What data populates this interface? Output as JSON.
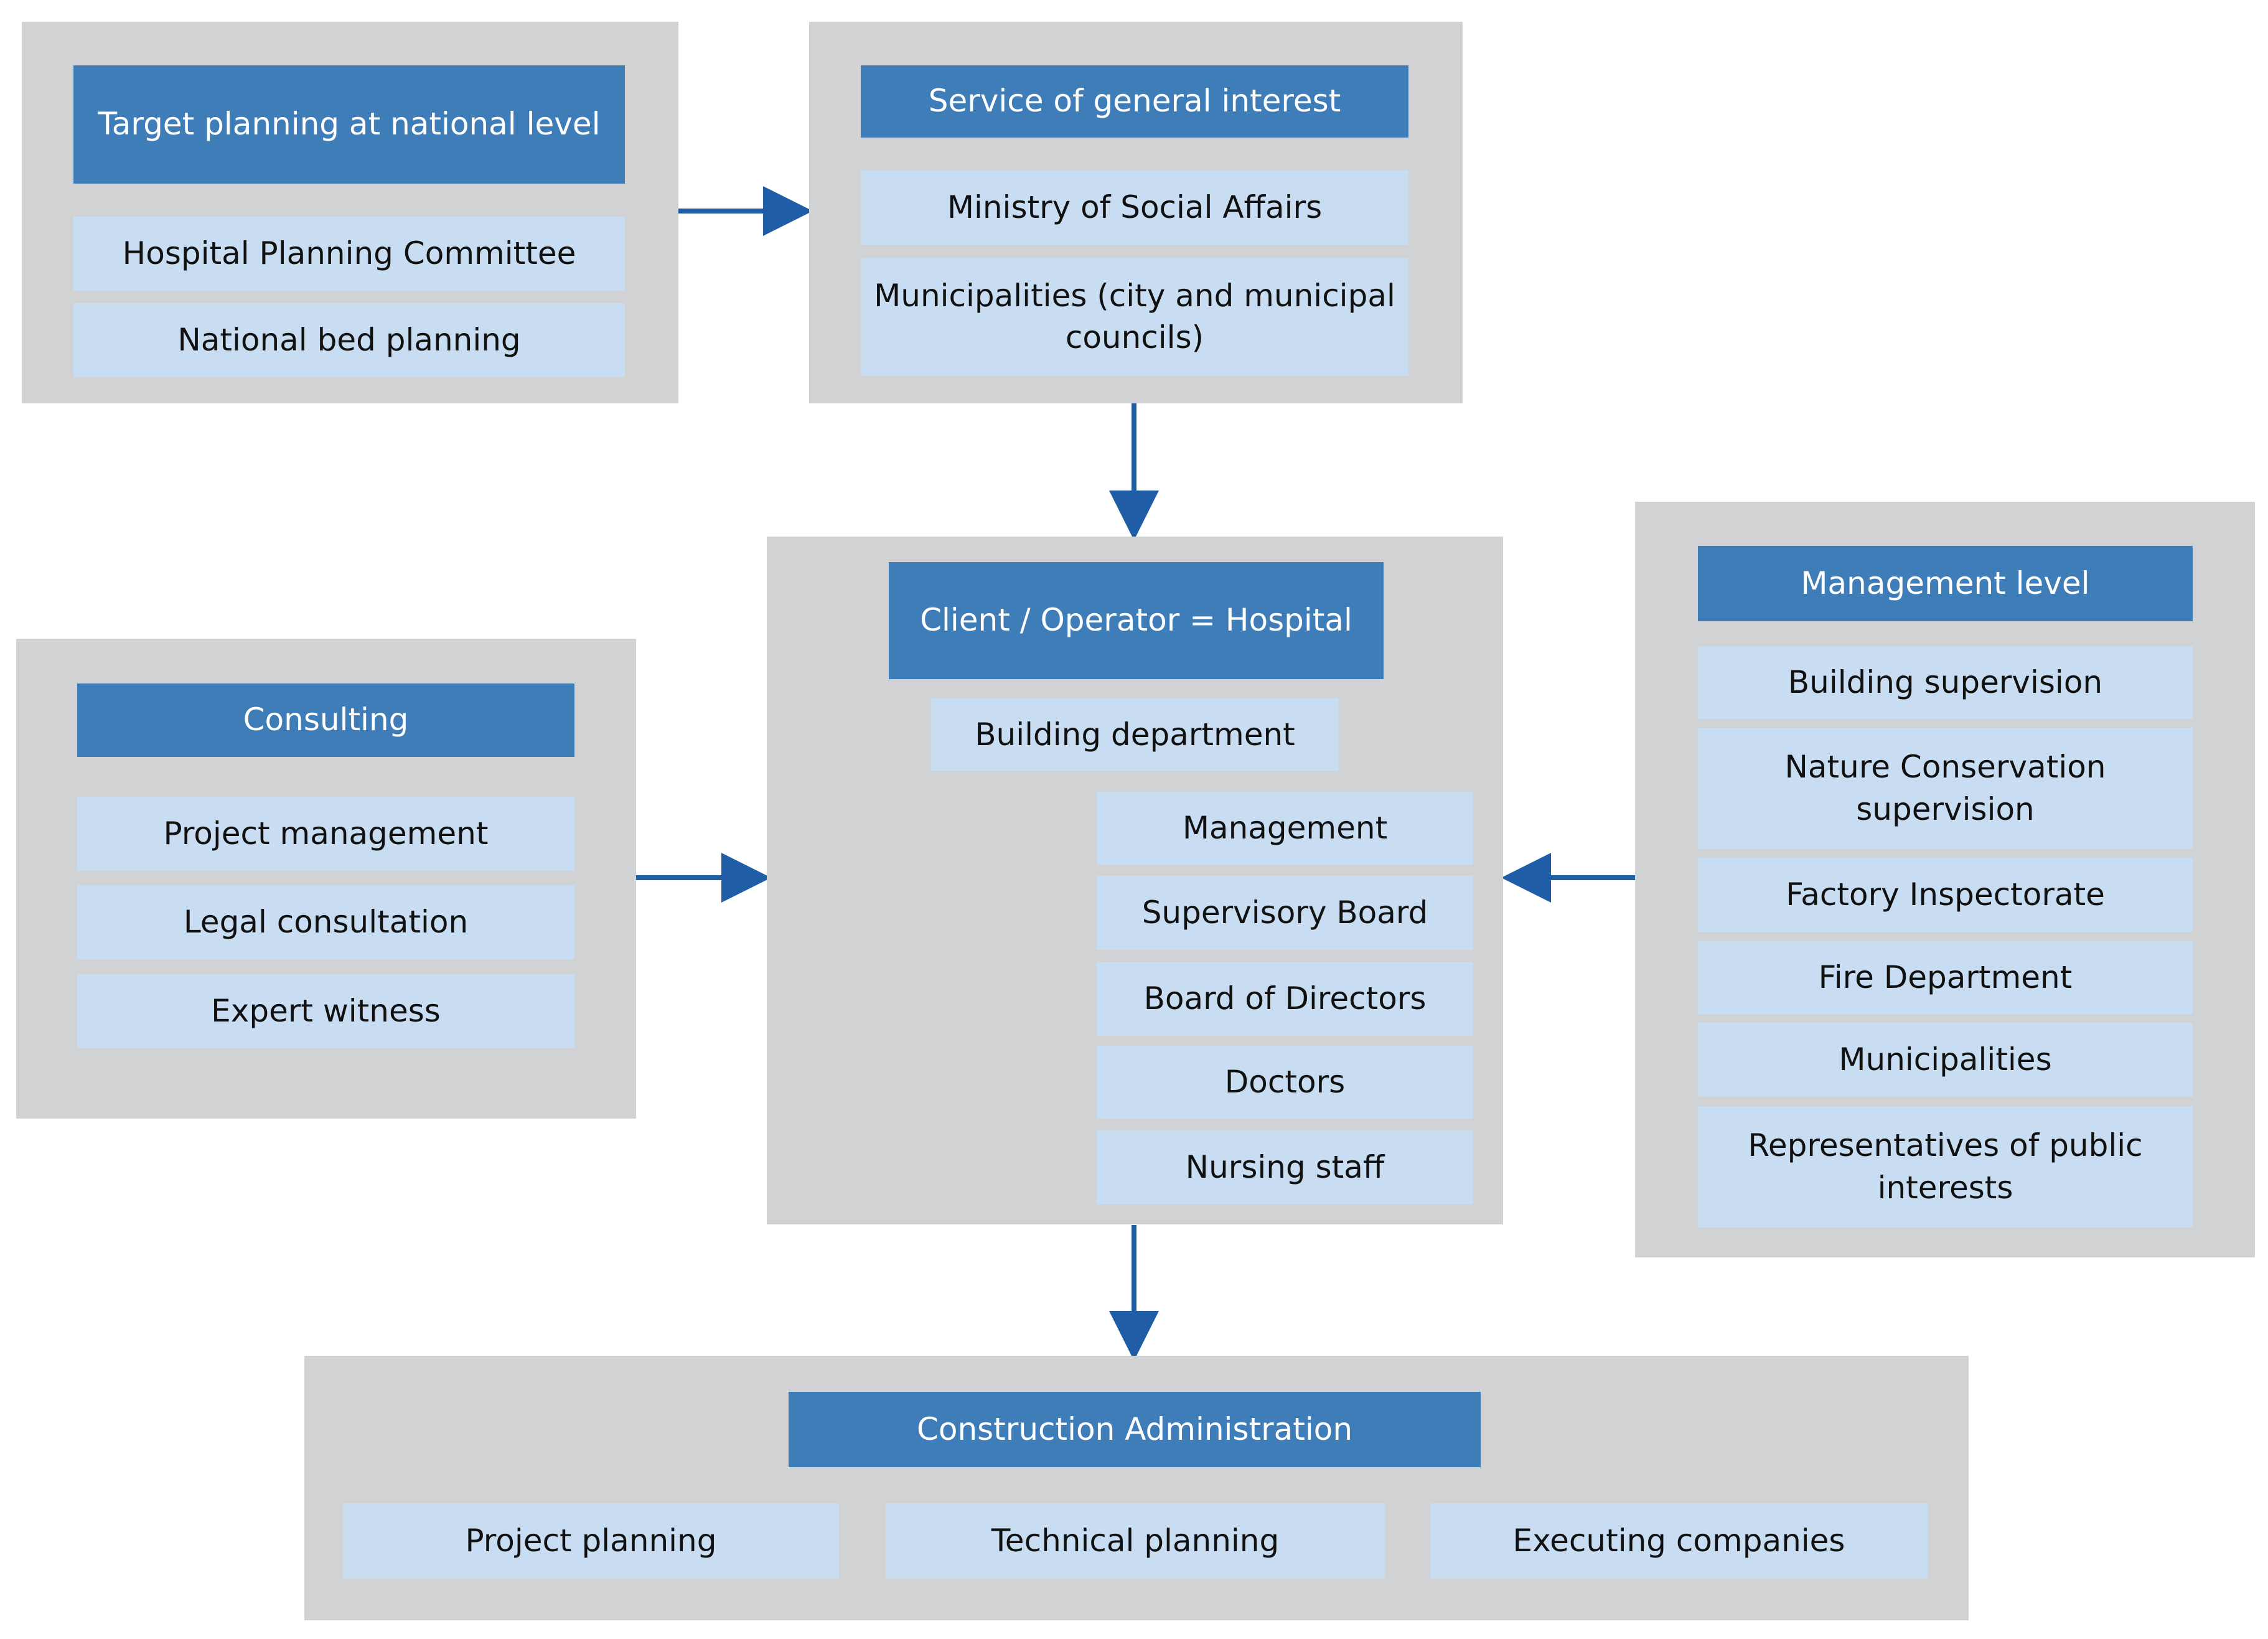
{
  "target_planning": {
    "title": "Target planning at national level",
    "items": [
      "Hospital Planning Committee",
      "National bed planning"
    ]
  },
  "service": {
    "title": "Service of general interest",
    "items": [
      "Ministry of Social Affairs",
      "Municipalities (city and municipal councils)"
    ]
  },
  "client": {
    "title": "Client / Operator = Hospital",
    "department": "Building department",
    "items": [
      "Management",
      "Supervisory Board",
      "Board of Directors",
      "Doctors",
      "Nursing staff"
    ]
  },
  "consulting": {
    "title": "Consulting",
    "items": [
      "Project management",
      "Legal consultation",
      "Expert witness"
    ]
  },
  "management_level": {
    "title": "Management level",
    "items": [
      "Building supervision",
      "Nature Conservation supervision",
      "Factory Inspectorate",
      "Fire Department",
      "Municipalities",
      "Representatives of public interests"
    ]
  },
  "construction": {
    "title": "Construction Administration",
    "items": [
      "Project planning",
      "Technical planning",
      "Executing companies"
    ]
  },
  "colors": {
    "panel": "#d1d2d4",
    "header": "#3f7db8",
    "item": "#c8ddf2",
    "arrow": "#1f5ea6",
    "tree": "#4a6fbf"
  }
}
